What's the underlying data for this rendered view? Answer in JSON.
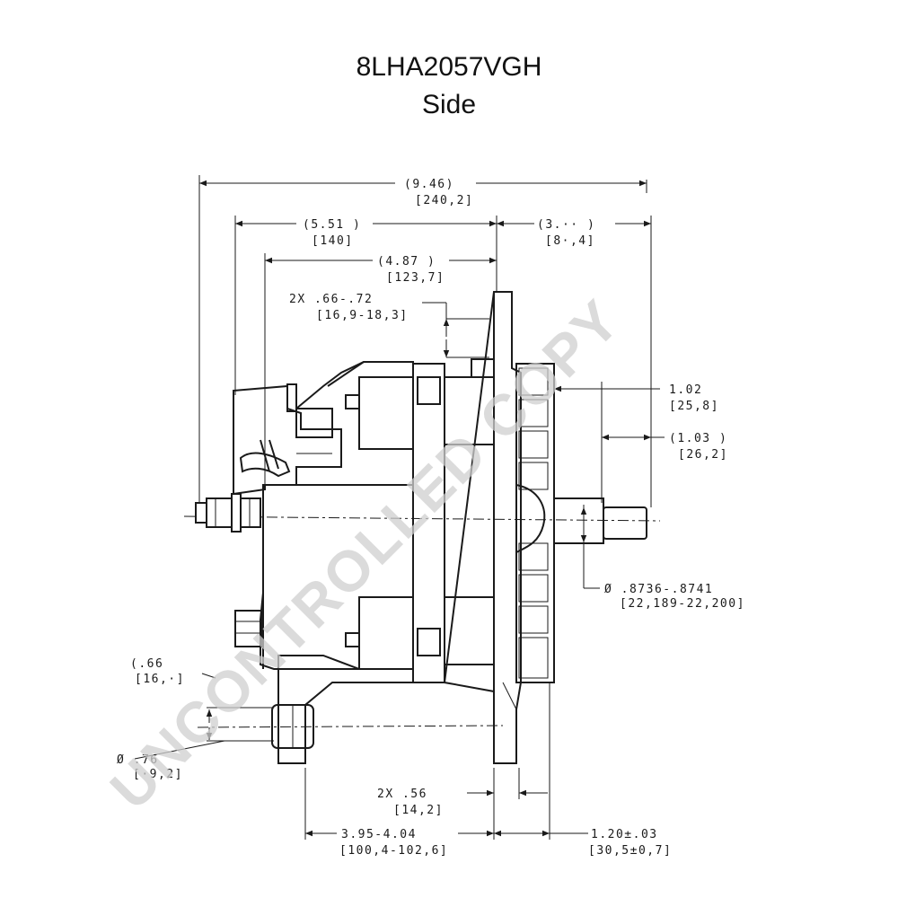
{
  "title": {
    "model": "8LHA2057VGH",
    "view": "Side"
  },
  "watermark": "UNCONTROLLED COPY",
  "dimensions": {
    "overall": {
      "inch": "(9.46)",
      "mm": "[240,2]"
    },
    "rear_body": {
      "inch": "(5.51  )",
      "mm": "[140]"
    },
    "front_section": {
      "inch": "(3.··  )",
      "mm": "[8·,4]"
    },
    "mount_to_flange": {
      "inch": "(4.87    )",
      "mm": "[123,7]"
    },
    "slot_width": {
      "inch": "2X .66-.72",
      "mm": "[16,9-18,3]"
    },
    "pulley_face": {
      "inch": "1.02",
      "mm": "[25,8]"
    },
    "shaft_length": {
      "inch": "(1.03   )",
      "mm": "[26,2]"
    },
    "shaft_diameter": {
      "inch": "Ø .8736-.8741",
      "mm": "[22,189-22,200]"
    },
    "foot_height": {
      "inch": "(.66",
      "mm": "[16,·]"
    },
    "foot_hole": {
      "inch": "Ø .76",
      "mm": "[·9,2]"
    },
    "ear_width": {
      "inch": "2X  .56",
      "mm": "[14,2]"
    },
    "ear_spacing": {
      "inch": "3.95-4.04",
      "mm": "[100,4-102,6]"
    },
    "flange_offset": {
      "inch": "1.20±.03",
      "mm": "[30,5±0,7]"
    }
  }
}
